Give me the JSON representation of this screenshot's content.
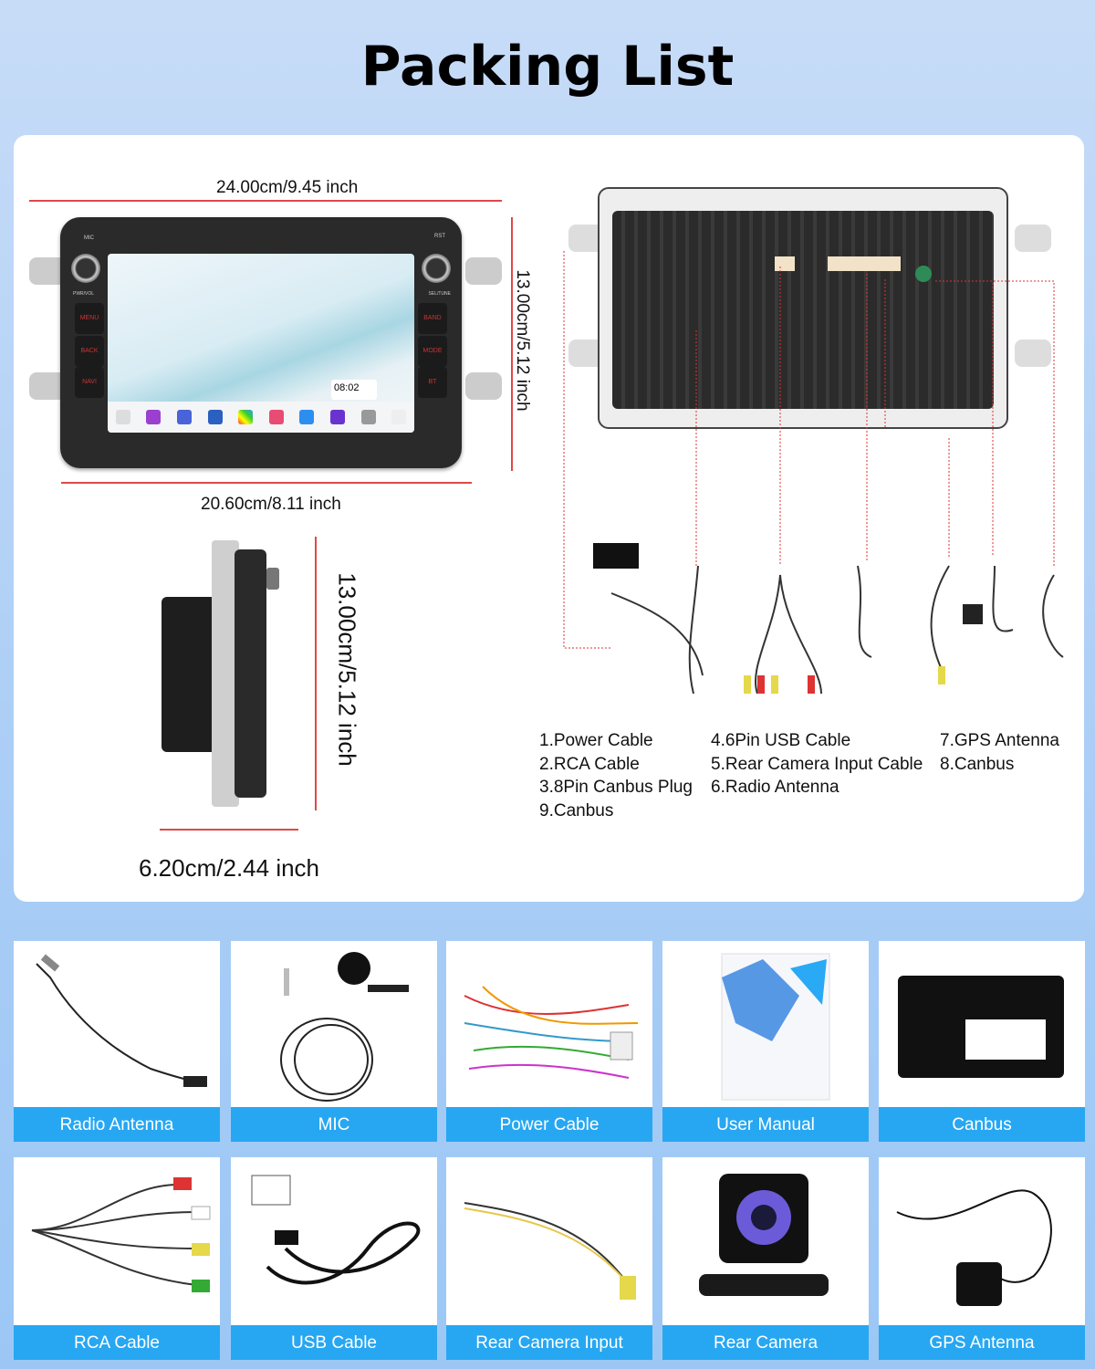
{
  "title": "Packing List",
  "dimensions": {
    "front_width": "24.00cm/9.45 inch",
    "front_height": "13.00cm/5.12 inch",
    "screen_width": "20.60cm/8.11 inch",
    "side_height": "13.00cm/5.12 inch",
    "side_depth": "6.20cm/2.44 inch"
  },
  "head_unit": {
    "labels": {
      "mic": "MIC",
      "rst": "RST",
      "pwr": "PWR/VOL",
      "sel": "SEL/TUNE",
      "menu": "MENU",
      "back": "BACK",
      "navi": "NAVI",
      "band": "BAND",
      "mode": "MODE",
      "bt": "BT"
    },
    "clock": "08:02"
  },
  "legend": [
    "1.Power Cable",
    "2.RCA Cable",
    "3.8Pin Canbus Plug",
    "9.Canbus",
    "4.6Pin USB Cable",
    "5.Rear Camera Input Cable",
    "6.Radio Antenna",
    "7.GPS Antenna",
    "8.Canbus"
  ],
  "items": [
    {
      "label": "Radio Antenna",
      "icon": "radio-antenna-icon"
    },
    {
      "label": "MIC",
      "icon": "mic-icon"
    },
    {
      "label": "Power Cable",
      "icon": "power-cable-icon"
    },
    {
      "label": "User Manual",
      "icon": "user-manual-icon"
    },
    {
      "label": "Canbus",
      "icon": "canbus-icon"
    },
    {
      "label": "RCA Cable",
      "icon": "rca-cable-icon"
    },
    {
      "label": "USB Cable",
      "icon": "usb-cable-icon"
    },
    {
      "label": "Rear Camera Input",
      "icon": "rear-camera-input-icon"
    },
    {
      "label": "Rear Camera",
      "icon": "rear-camera-icon"
    },
    {
      "label": "GPS Antenna",
      "icon": "gps-antenna-icon"
    }
  ],
  "colors": {
    "accent": "#27a7f2",
    "dimension_line": "#e04848"
  }
}
